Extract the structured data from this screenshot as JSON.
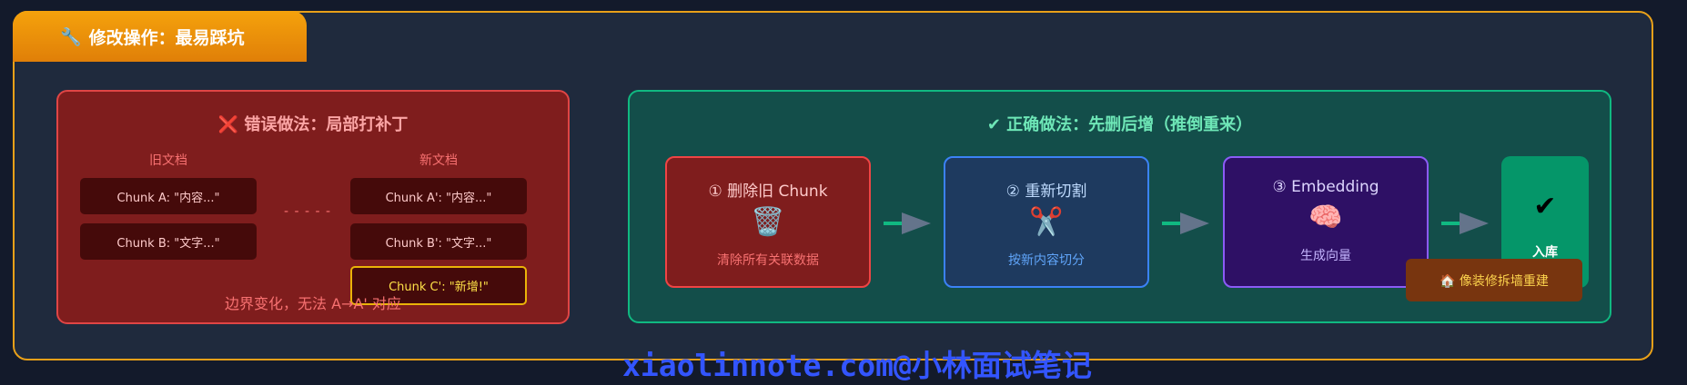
{
  "header": {
    "icon": "wrench-icon",
    "icon_glyph": "🔧",
    "title": "修改操作：最易踩坑"
  },
  "wrong": {
    "icon_glyph": "❌",
    "title": "错误做法：局部打补丁",
    "old_label": "旧文档",
    "new_label": "新文档",
    "old_chunks": [
      "Chunk A: \"内容...\"",
      "Chunk B: \"文字...\""
    ],
    "new_chunks": [
      "Chunk A': \"内容...\"",
      "Chunk B': \"文字...\"",
      "Chunk C': \"新增!\""
    ],
    "dashes": "- - - - -",
    "note": "边界变化，无法 A→A' 对应"
  },
  "right": {
    "title": "✔ 正确做法：先删后增（推倒重来）",
    "steps": [
      {
        "title": "① 删除旧 Chunk",
        "icon": "🗑️",
        "desc": "清除所有关联数据"
      },
      {
        "title": "② 重新切割",
        "icon": "✂️",
        "desc": "按新内容切分"
      },
      {
        "title": "③ Embedding",
        "icon": "🧠",
        "desc": "生成向量"
      }
    ],
    "final": {
      "icon": "✔",
      "label": "入库"
    },
    "tip": "🏠 像装修拆墙重建"
  },
  "watermark": "xiaolinnote.com@小林面试笔记"
}
